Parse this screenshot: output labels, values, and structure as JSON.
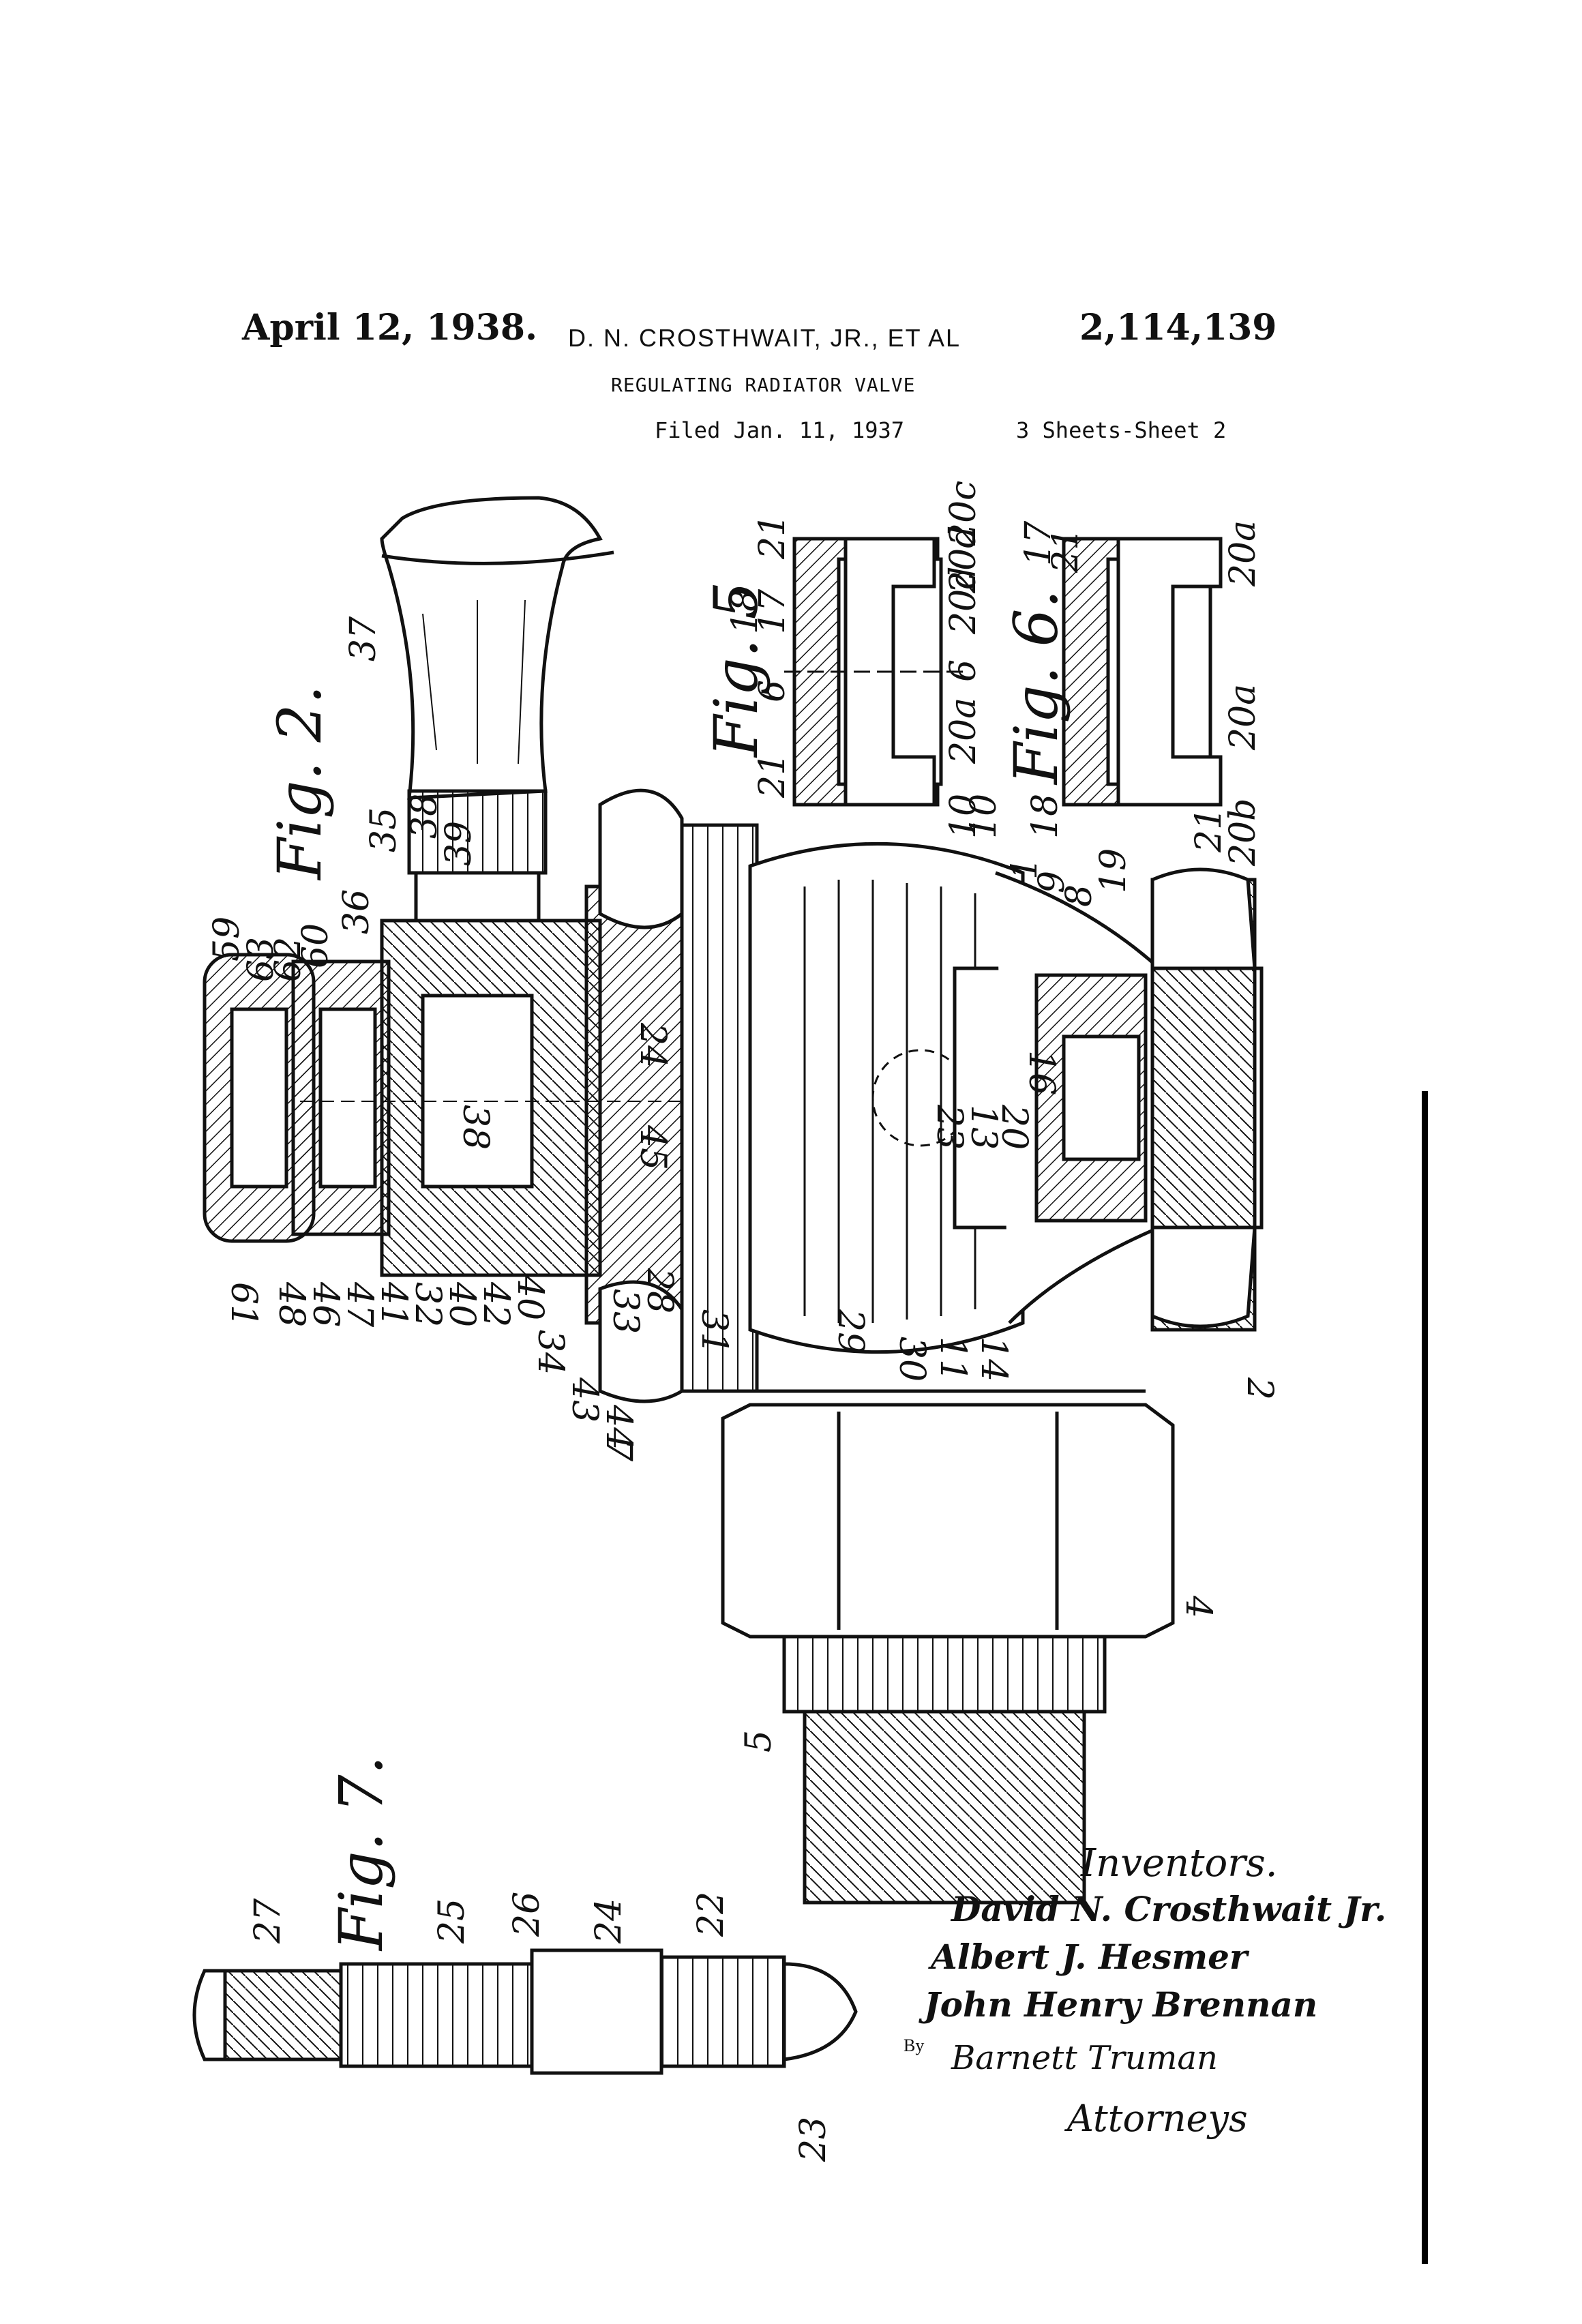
{
  "header": {
    "date": "April 12, 1938.",
    "inventor": "D. N. CROSTHWAIT, JR., ET AL",
    "patent_number": "2,114,139",
    "title": "REGULATING RADIATOR VALVE",
    "filed": "Filed Jan. 11, 1937",
    "sheets": "3 Sheets-Sheet 2"
  },
  "figures": {
    "fig2": "Fig. 2.",
    "fig5": "Fig. 5",
    "fig6": "Fig. 6.",
    "fig7": "Fig. 7."
  },
  "reference_numerals": {
    "fig2": [
      "59",
      "63",
      "62",
      "60",
      "36",
      "35",
      "38",
      "39",
      "37",
      "61",
      "48",
      "46",
      "47",
      "41",
      "32",
      "40",
      "42",
      "34",
      "43",
      "44",
      "40",
      "33",
      "28",
      "31",
      "24",
      "38",
      "45",
      "29",
      "30",
      "11",
      "14",
      "23",
      "13",
      "20",
      "16",
      "19",
      "8",
      "9",
      "1",
      "10",
      "2",
      "7",
      "4",
      "5"
    ],
    "fig5": [
      "21",
      "17",
      "6",
      "18",
      "21",
      "20a",
      "20d",
      "6",
      "20d",
      "20c",
      "10"
    ],
    "fig6": [
      "18",
      "17",
      "21",
      "20a",
      "20a",
      "21",
      "20b"
    ],
    "fig7": [
      "27",
      "25",
      "26",
      "24",
      "22",
      "23"
    ]
  },
  "signatures": {
    "heading": "Inventors.",
    "names": [
      "David N. Crosthwait Jr.",
      "Albert J. Hesmer",
      "John Henry Brennan"
    ],
    "by": "By",
    "attorney_signature": "Barnett Truman",
    "attorneys": "Attorneys"
  },
  "colors": {
    "ink": "#111111",
    "paper": "#ffffff"
  }
}
